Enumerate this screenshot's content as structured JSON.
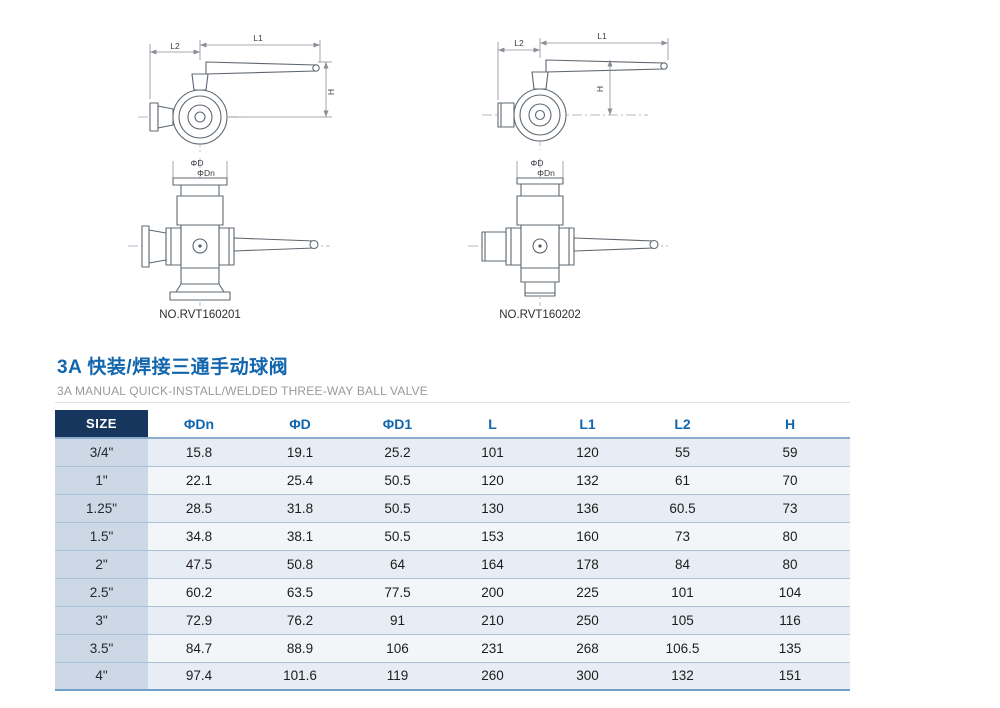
{
  "title": {
    "zh": "3A 快装/焊接三通手动球阀",
    "en": "3A MANUAL QUICK-INSTALL/WELDED THREE-WAY BALL VALVE"
  },
  "drawings": {
    "left": {
      "number": "NO.RVT160201"
    },
    "right": {
      "number": "NO.RVT160202"
    },
    "labels": {
      "l1": "L1",
      "l2": "L2",
      "h": "H",
      "phi_d": "ΦD",
      "phi_dn": "ΦDn"
    }
  },
  "table": {
    "headers": [
      "SIZE",
      "ΦDn",
      "ΦD",
      "ΦD1",
      "L",
      "L1",
      "L2",
      "H"
    ],
    "rows": [
      [
        "3/4\"",
        "15.8",
        "19.1",
        "25.2",
        "101",
        "120",
        "55",
        "59"
      ],
      [
        "1\"",
        "22.1",
        "25.4",
        "50.5",
        "120",
        "132",
        "61",
        "70"
      ],
      [
        "1.25\"",
        "28.5",
        "31.8",
        "50.5",
        "130",
        "136",
        "60.5",
        "73"
      ],
      [
        "1.5\"",
        "34.8",
        "38.1",
        "50.5",
        "153",
        "160",
        "73",
        "80"
      ],
      [
        "2\"",
        "47.5",
        "50.8",
        "64",
        "164",
        "178",
        "84",
        "80"
      ],
      [
        "2.5\"",
        "60.2",
        "63.5",
        "77.5",
        "200",
        "225",
        "101",
        "104"
      ],
      [
        "3\"",
        "72.9",
        "76.2",
        "91",
        "210",
        "250",
        "105",
        "116"
      ],
      [
        "3.5\"",
        "84.7",
        "88.9",
        "106",
        "231",
        "268",
        "106.5",
        "135"
      ],
      [
        "4\"",
        "97.4",
        "101.6",
        "119",
        "260",
        "300",
        "132",
        "151"
      ]
    ]
  },
  "colors": {
    "accent": "#1266ad",
    "header_dark": "#17365d",
    "row_odd": "#e7edf4",
    "row_even": "#f3f6f9",
    "size_column": "#ccd8e6"
  }
}
